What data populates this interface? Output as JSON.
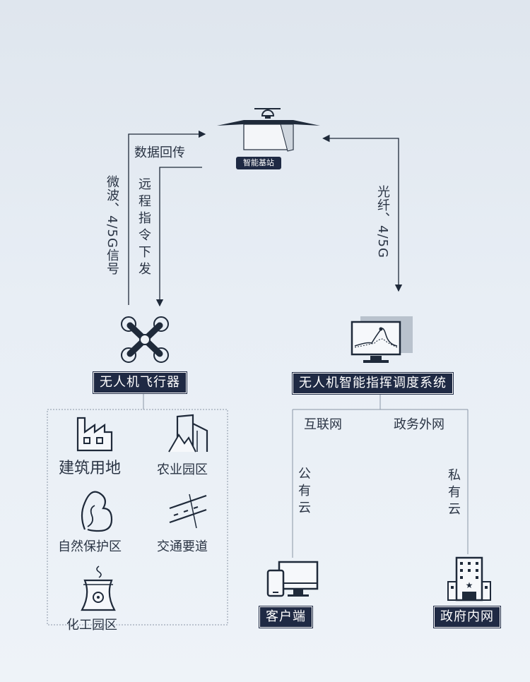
{
  "base_station": {
    "label": "智能基站"
  },
  "left_links": {
    "data_return": "数据回传",
    "signal": "微波、4/5G信号",
    "remote_cmd": "远程指令下发"
  },
  "right_link": {
    "label": "光纤、4/5G"
  },
  "drone": {
    "label": "无人机飞行器"
  },
  "system": {
    "label": "无人机智能指挥调度系统"
  },
  "applications": [
    {
      "label": "建筑用地",
      "icon": "factory-icon"
    },
    {
      "label": "农业园区",
      "icon": "building-mountain-icon"
    },
    {
      "label": "自然保护区",
      "icon": "nature-icon"
    },
    {
      "label": "交通要道",
      "icon": "road-icon"
    },
    {
      "label": "化工园区",
      "icon": "cooling-tower-icon"
    }
  ],
  "networks": {
    "internet": "互联网",
    "gov_external": "政务外网",
    "public_cloud": "公有云",
    "private_cloud": "私有云"
  },
  "client": {
    "label": "客户端"
  },
  "gov_intranet": {
    "label": "政府内网"
  }
}
